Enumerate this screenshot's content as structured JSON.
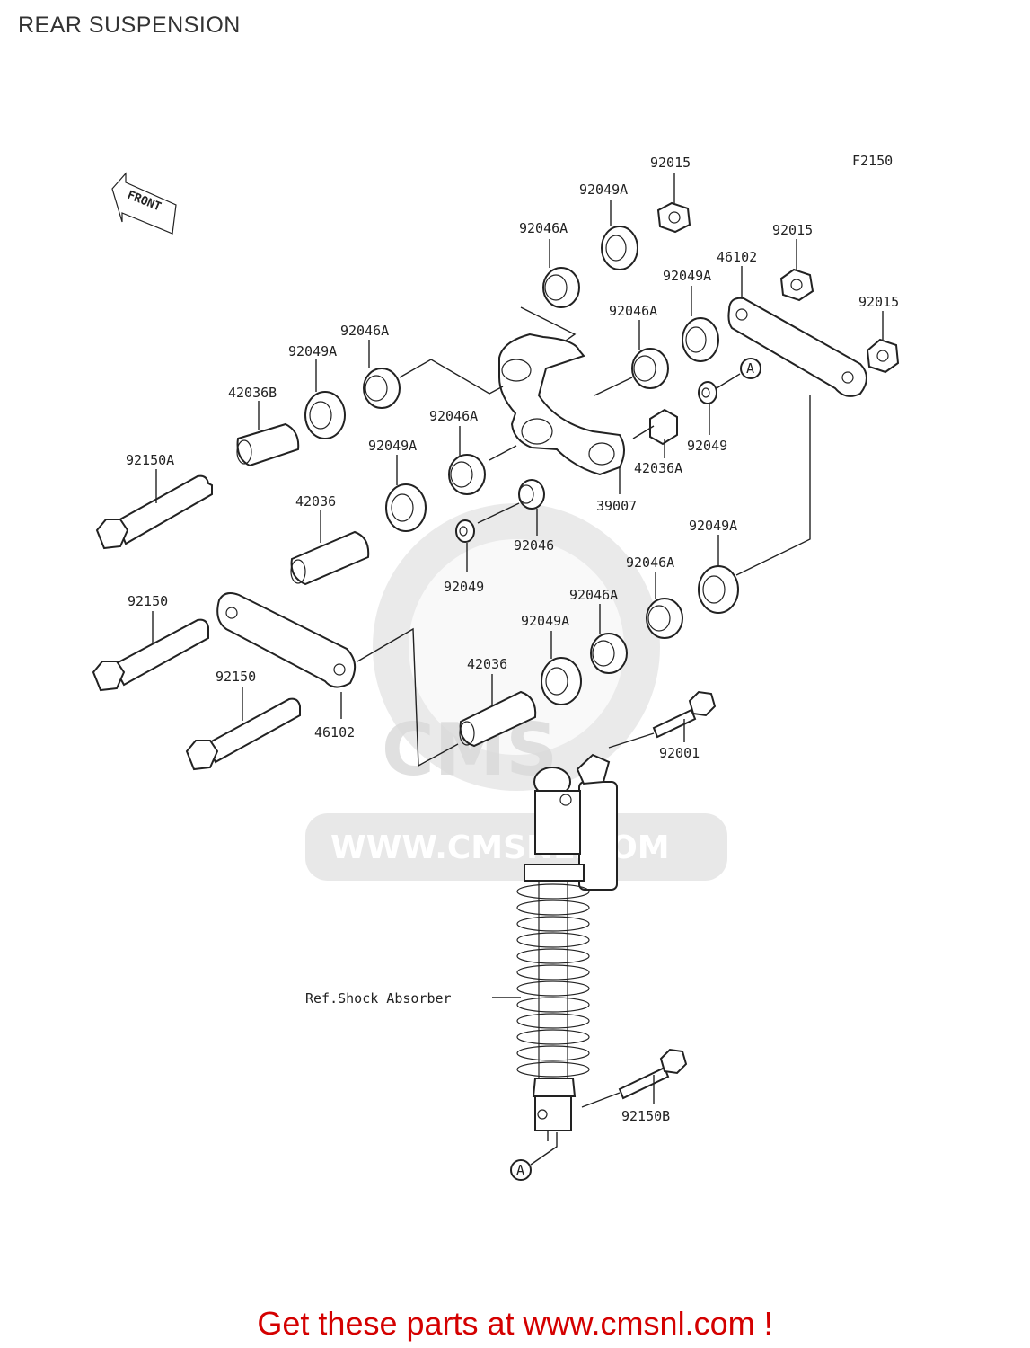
{
  "page_title": "REAR SUSPENSION",
  "figure_id": "F2150",
  "front_label": "FRONT",
  "watermark_text": "WWW.CMSNL.COM",
  "reference_marker": "A",
  "ref_shock_label": "Ref.Shock Absorber",
  "parts": {
    "p92015_top": "92015",
    "p92049A_top": "92049A",
    "p92046A_top": "92046A",
    "p92015_mid": "92015",
    "p46102_right": "46102",
    "p92049A_right": "92049A",
    "p92015_right": "92015",
    "p92046A_center": "92046A",
    "p92046A_left": "92046A",
    "p92049A_left": "92049A",
    "p42036B": "42036B",
    "p92150A": "92150A",
    "p92046A_mid": "92046A",
    "p92049A_mid": "92049A",
    "p92049_right": "92049",
    "p42036A": "42036A",
    "p39007": "39007",
    "p42036_left": "42036",
    "p92046": "92046",
    "p92049_center": "92049",
    "p92049A_lower": "92049A",
    "p92046A_lower1": "92046A",
    "p92046A_lower2": "92046A",
    "p92150_1": "92150",
    "p92049A_bottom": "92049A",
    "p42036_bottom": "42036",
    "p92150_2": "92150",
    "p46102_left": "46102",
    "p92001": "92001",
    "p92150B": "92150B"
  },
  "footer_text": "Get these parts at www.cmsnl.com !",
  "colors": {
    "footer": "#d40000",
    "line": "#222222",
    "watermark": "#d9d9d9"
  }
}
